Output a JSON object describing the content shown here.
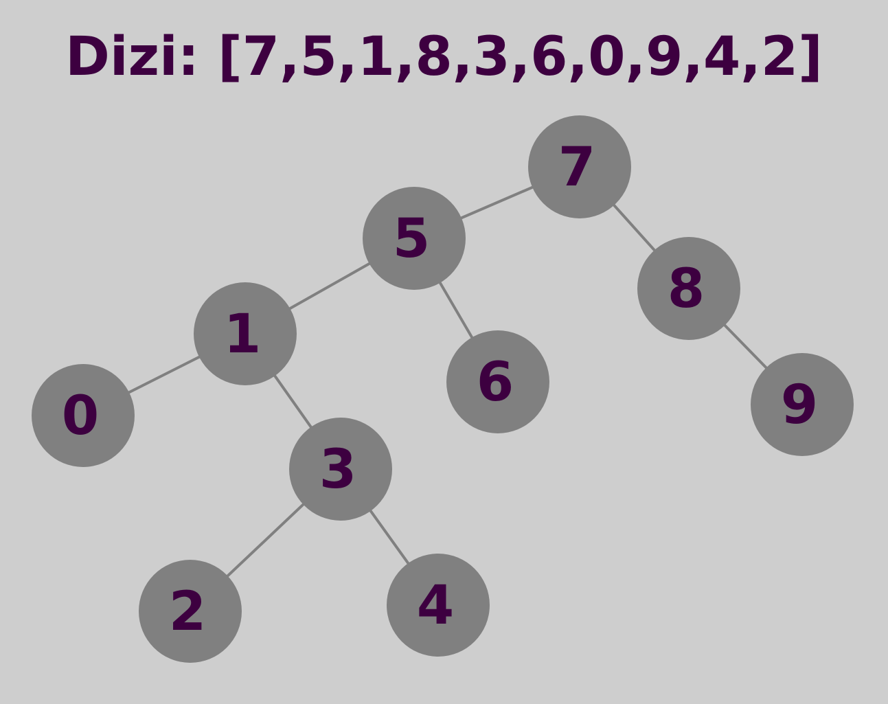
{
  "title": "Dizi: [7,5,1,8,3,6,0,9,4,2]",
  "colors": {
    "background": "#cecece",
    "node_fill": "#808080",
    "edge": "#808080",
    "text": "#3d0040"
  },
  "tree": {
    "nodes": [
      {
        "id": "7",
        "label": "7"
      },
      {
        "id": "5",
        "label": "5"
      },
      {
        "id": "8",
        "label": "8"
      },
      {
        "id": "1",
        "label": "1"
      },
      {
        "id": "6",
        "label": "6"
      },
      {
        "id": "9",
        "label": "9"
      },
      {
        "id": "0",
        "label": "0"
      },
      {
        "id": "3",
        "label": "3"
      },
      {
        "id": "2",
        "label": "2"
      },
      {
        "id": "4",
        "label": "4"
      }
    ],
    "edges": [
      {
        "from": "7",
        "to": "5"
      },
      {
        "from": "7",
        "to": "8"
      },
      {
        "from": "5",
        "to": "1"
      },
      {
        "from": "5",
        "to": "6"
      },
      {
        "from": "8",
        "to": "9"
      },
      {
        "from": "1",
        "to": "0"
      },
      {
        "from": "1",
        "to": "3"
      },
      {
        "from": "3",
        "to": "2"
      },
      {
        "from": "3",
        "to": "4"
      }
    ]
  }
}
